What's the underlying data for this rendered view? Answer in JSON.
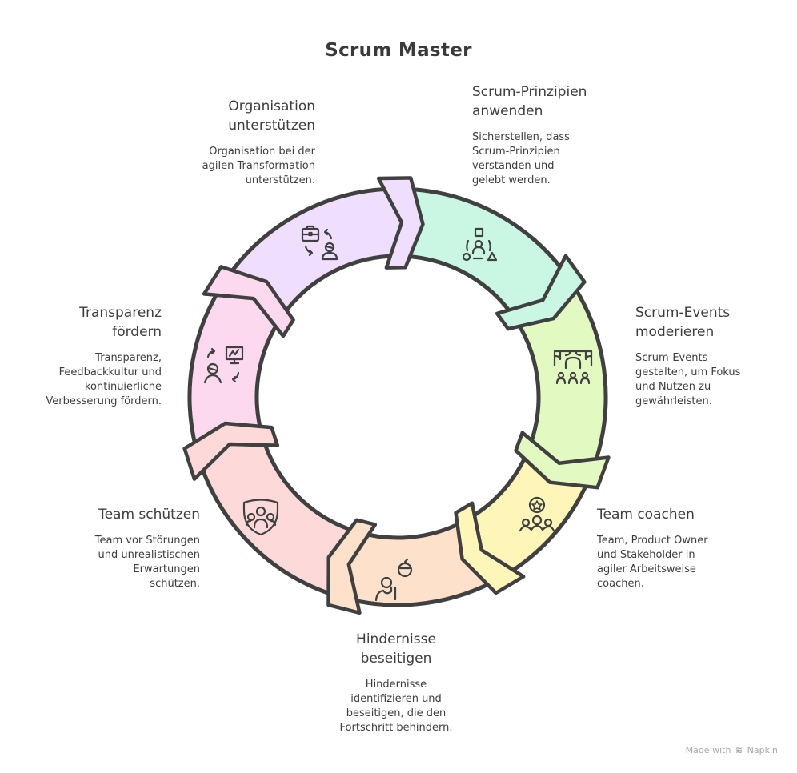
{
  "title": "Scrum Master",
  "segments": [
    {
      "id": "prinzipien",
      "heading": "Scrum-Prinzipien anwenden",
      "heading_lines": [
        "Scrum-Prinzipien",
        "anwenden"
      ],
      "description": "Sicherstellen, dass Scrum-Prinzipien verstanden und gelebt werden.",
      "desc_lines": [
        "Sicherstellen, dass",
        "Scrum-Prinzipien",
        "verstanden und",
        "gelebt werden."
      ],
      "color": "#c9f7e3",
      "icon": "shapes-person-icon"
    },
    {
      "id": "events",
      "heading": "Scrum-Events moderieren",
      "heading_lines": [
        "Scrum-Events",
        "moderieren"
      ],
      "description": "Scrum-Events gestalten, um Fokus und Nutzen zu gewährleisten.",
      "desc_lines": [
        "Scrum-Events",
        "gestalten, um Fokus",
        "und Nutzen zu",
        "gewährleisten."
      ],
      "color": "#e3f9c2",
      "icon": "presentation-audience-icon"
    },
    {
      "id": "coachen",
      "heading": "Team coachen",
      "heading_lines": [
        "Team coachen"
      ],
      "description": "Team, Product Owner und Stakeholder in agiler Arbeitsweise coachen.",
      "desc_lines": [
        "Team, Product Owner",
        "und Stakeholder in",
        "agiler Arbeitsweise",
        "coachen."
      ],
      "color": "#fdf6b8",
      "icon": "team-star-icon"
    },
    {
      "id": "hindernisse",
      "heading": "Hindernisse beseitigen",
      "heading_lines": [
        "Hindernisse",
        "beseitigen"
      ],
      "description": "Hindernisse identifizieren und beseitigen, die den Fortschritt behindern.",
      "desc_lines": [
        "Hindernisse",
        "identifizieren und",
        "beseitigen, die den",
        "Fortschritt behindern."
      ],
      "color": "#fde1cb",
      "icon": "person-refresh-icon"
    },
    {
      "id": "schuetzen",
      "heading": "Team schützen",
      "heading_lines": [
        "Team schützen"
      ],
      "description": "Team vor Störungen und unrealistischen Erwartungen schützen.",
      "desc_lines": [
        "Team vor Störungen",
        "und unrealistischen",
        "Erwartungen",
        "schützen."
      ],
      "color": "#fdd9d9",
      "icon": "shield-team-icon"
    },
    {
      "id": "transparenz",
      "heading": "Transparenz fördern",
      "heading_lines": [
        "Transparenz",
        "fördern"
      ],
      "description": "Transparenz, Feedbackkultur und kontinuierliche Verbesserung fördern.",
      "desc_lines": [
        "Transparenz,",
        "Feedbackkultur und",
        "kontinuierliche",
        "Verbesserung fördern."
      ],
      "color": "#fcd9ee",
      "icon": "person-chart-exchange-icon"
    },
    {
      "id": "organisation",
      "heading": "Organisation unterstützen",
      "heading_lines": [
        "Organisation",
        "unterstützen"
      ],
      "description": "Organisation bei der agilen Transformation unterstützen.",
      "desc_lines": [
        "Organisation bei der",
        "agilen Transformation",
        "unterstützen."
      ],
      "color": "#efdefd",
      "icon": "briefcase-person-exchange-icon"
    }
  ],
  "footer": {
    "prefix": "Made with",
    "brand": "Napkin"
  },
  "colors": {
    "stroke": "#404040",
    "text": "#3d3d3d",
    "footer": "#a8a8a8"
  }
}
